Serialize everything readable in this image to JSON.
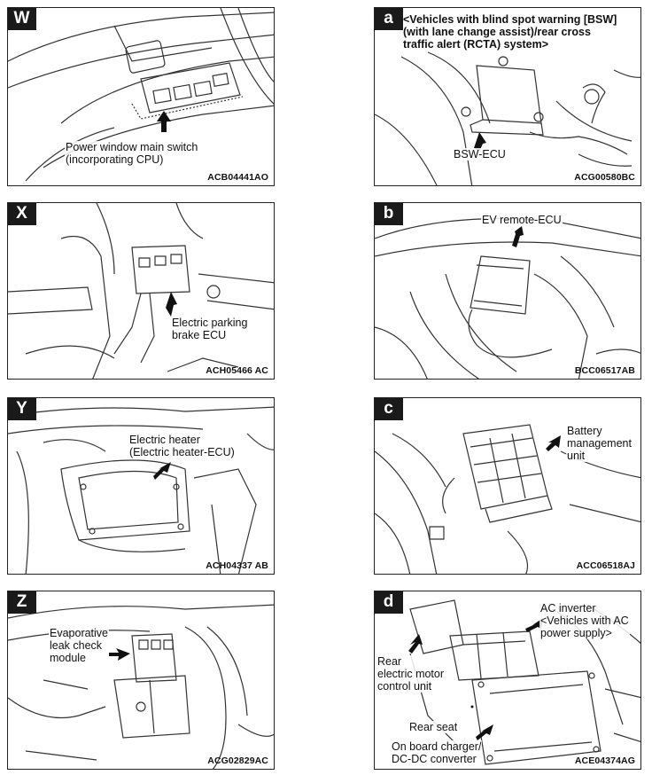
{
  "panels": {
    "W": {
      "badge": "W",
      "code": "ACB04441AO",
      "label": "Power window main switch\n(incorporating CPU)"
    },
    "a": {
      "badge": "a",
      "code": "ACG00580BC",
      "header": "<Vehicles with blind spot warning [BSW]\n(with lane change assist)/rear cross\ntraffic alert (RCTA) system>",
      "label": "BSW-ECU"
    },
    "X": {
      "badge": "X",
      "code": "ACH05466 AC",
      "label": "Electric parking\nbrake ECU"
    },
    "b": {
      "badge": "b",
      "code": "BCC06517AB",
      "label": "EV remote-ECU"
    },
    "Y": {
      "badge": "Y",
      "code": "ACH04337 AB",
      "label": "Electric heater\n(Electric heater-ECU)"
    },
    "c": {
      "badge": "c",
      "code": "ACC06518AJ",
      "label": "Battery\nmanagement\nunit"
    },
    "Z": {
      "badge": "Z",
      "code": "ACG02829AC",
      "label": "Evaporative\nleak check\nmodule"
    },
    "d": {
      "badge": "d",
      "code": "ACE04374AG",
      "label_ac": "AC inverter\n<Vehicles with AC\npower supply>",
      "label_motor": "Rear\nelectric motor\ncontrol unit",
      "label_seat": "Rear seat",
      "label_charger": "On board charger/\nDC-DC converter"
    }
  }
}
